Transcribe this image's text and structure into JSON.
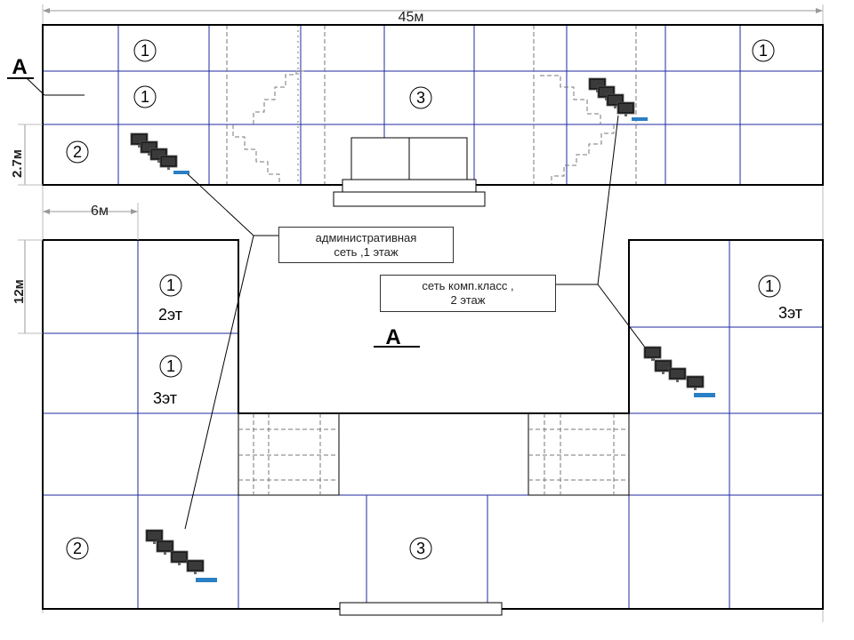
{
  "dimensions": {
    "width": "45м",
    "wing_height": "2.7м",
    "room_width": "6м",
    "block_height": "12м"
  },
  "section_marks": {
    "left": "А",
    "center": "А"
  },
  "room_numbers": {
    "one": "1",
    "two": "2",
    "three": "3"
  },
  "floor_labels": {
    "second": "2эт",
    "third": "3эт"
  },
  "callouts": {
    "admin": {
      "line1": "административная",
      "line2": "сеть ,1 этаж"
    },
    "lab": {
      "line1": "сеть комп.класс ,",
      "line2": "2 этаж"
    }
  },
  "colors": {
    "walls": "#000000",
    "grid": "#1f2aa0",
    "stairs": "#777777",
    "dimension": "#888888",
    "monitor": "#222222",
    "monitor_base": "#2a7fc4"
  },
  "icons": [
    "computer-group-icon"
  ]
}
